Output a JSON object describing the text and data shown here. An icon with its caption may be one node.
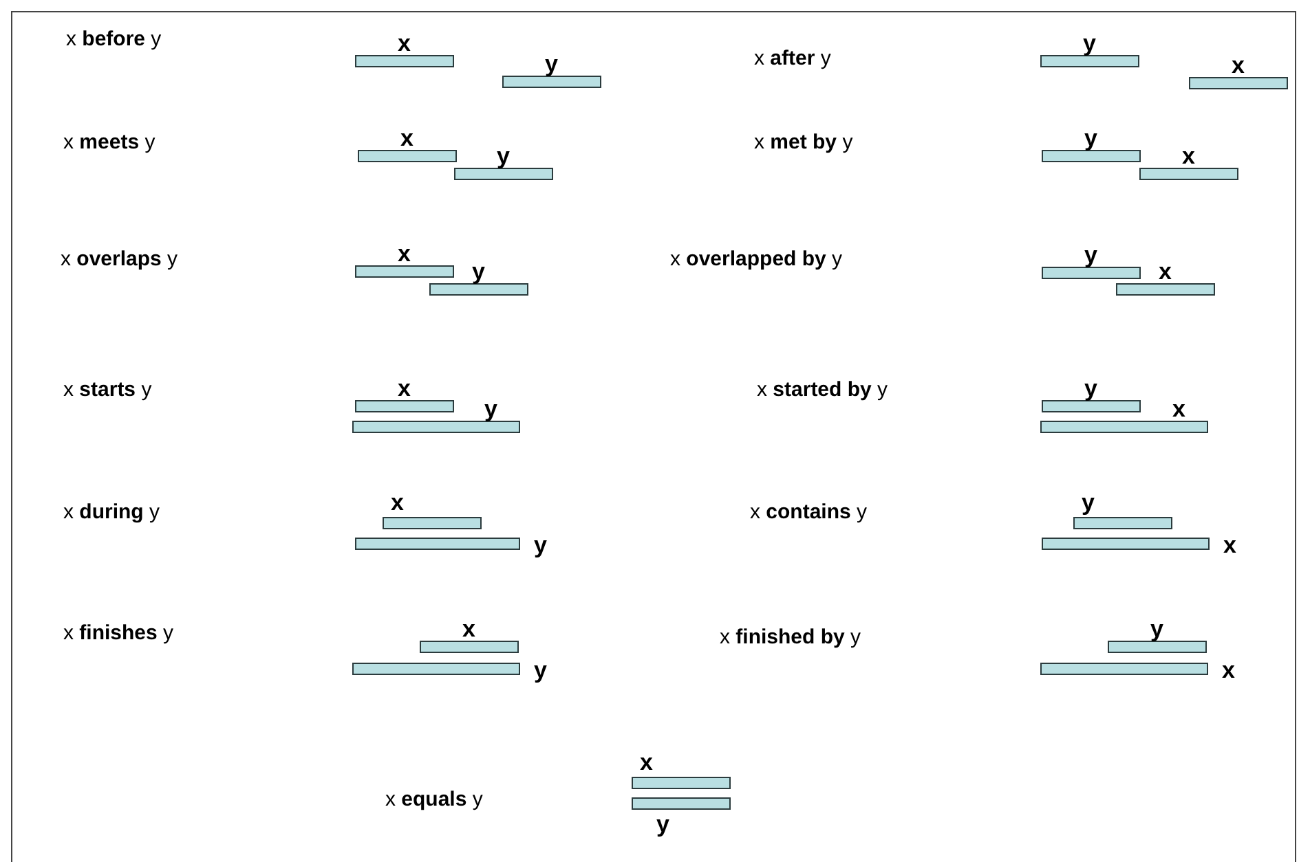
{
  "diagram": {
    "nodes": [
      {
        "text": [],
        "shape": "bar",
        "beside": [
          "x"
        ]
      },
      {
        "text": [],
        "shape": "bar",
        "beside": [
          "y"
        ]
      },
      {
        "text": [],
        "shape": "bar",
        "beside": [
          "y"
        ]
      },
      {
        "text": [],
        "shape": "bar",
        "beside": [
          "x"
        ]
      },
      {
        "text": [],
        "shape": "bar",
        "beside": [
          "x"
        ]
      },
      {
        "text": [],
        "shape": "bar",
        "beside": [
          "y"
        ]
      },
      {
        "text": [],
        "shape": "bar",
        "beside": [
          "y"
        ]
      },
      {
        "text": [],
        "shape": "bar",
        "beside": [
          "x"
        ]
      },
      {
        "text": [],
        "shape": "bar",
        "beside": [
          "x"
        ]
      },
      {
        "text": [],
        "shape": "bar",
        "beside": [
          "y"
        ]
      },
      {
        "text": [],
        "shape": "bar",
        "beside": [
          "y"
        ]
      },
      {
        "text": [],
        "shape": "bar",
        "beside": [
          "x"
        ]
      },
      {
        "text": [],
        "shape": "bar",
        "beside": [
          "x"
        ]
      },
      {
        "text": [],
        "shape": "bar",
        "beside": [
          "y"
        ]
      },
      {
        "text": [],
        "shape": "bar",
        "beside": [
          "y"
        ]
      },
      {
        "text": [],
        "shape": "bar",
        "beside": [
          "x"
        ]
      },
      {
        "text": [],
        "shape": "bar",
        "beside": [
          "x"
        ]
      },
      {
        "text": [],
        "shape": "bar",
        "beside": [
          "y"
        ]
      },
      {
        "text": [],
        "shape": "bar",
        "beside": [
          "y"
        ]
      },
      {
        "text": [],
        "shape": "bar",
        "beside": [
          "x"
        ]
      },
      {
        "text": [],
        "shape": "bar",
        "beside": [
          "x"
        ]
      },
      {
        "text": [],
        "shape": "bar",
        "beside": [
          "y"
        ]
      },
      {
        "text": [],
        "shape": "bar",
        "beside": [
          "y"
        ]
      },
      {
        "text": [],
        "shape": "bar",
        "beside": [
          "x"
        ]
      },
      {
        "text": [],
        "shape": "bar",
        "beside": [
          "x"
        ]
      },
      {
        "text": [],
        "shape": "bar",
        "beside": [
          "y"
        ]
      }
    ],
    "labels": [
      "x **before** y",
      "x **after** y",
      "x **meets** y",
      "x **met by** y",
      "x **overlaps** y",
      "x **overlapped by** y",
      "x **starts** y",
      "x **started by** y",
      "x **during** y",
      "x **contains** y",
      "x **finishes** y",
      "x **finished by** y",
      "x **equals** y"
    ]
  }
}
